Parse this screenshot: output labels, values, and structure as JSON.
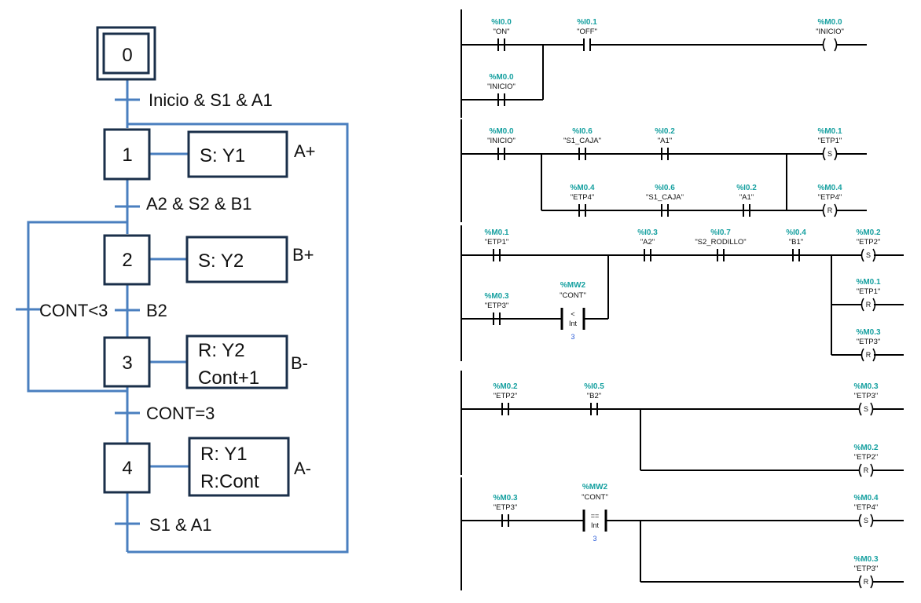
{
  "colors": {
    "grafcet_line": "#4a7fbf",
    "box": "#1a2f4a",
    "address": "#16a0a0",
    "ladder_line": "#000000",
    "compare_value": "#2a5bd7"
  },
  "grafcet": {
    "steps": [
      "0",
      "1",
      "2",
      "3",
      "4"
    ],
    "transitions": {
      "t0": "Inicio & S1 & A1",
      "t1": "A2 & S2 & B1",
      "t2": "B2",
      "t3": "CONT=3",
      "t4": "S1 & A1",
      "loop": "CONT<3"
    },
    "actions": {
      "a1": [
        "S: Y1"
      ],
      "a2": [
        "S: Y2"
      ],
      "a3": [
        "R: Y2",
        "Cont+1"
      ],
      "a4": [
        "R: Y1",
        "R:Cont"
      ]
    },
    "action_side_labels": {
      "s1": "A+",
      "s2": "B+",
      "s3": "B-",
      "s4": "A-"
    }
  },
  "ladder": {
    "networks": [
      {
        "contacts": [
          {
            "addr": "%I0.0",
            "tag": "\"ON\""
          },
          {
            "addr": "%I0.1",
            "tag": "\"OFF\""
          },
          {
            "addr": "%M0.0",
            "tag": "\"INICIO\""
          }
        ],
        "coils": [
          {
            "addr": "%M0.0",
            "tag": "\"INICIO\"",
            "type": ""
          }
        ]
      },
      {
        "contacts": [
          {
            "addr": "%M0.0",
            "tag": "\"INICIO\""
          },
          {
            "addr": "%I0.6",
            "tag": "\"S1_CAJA\""
          },
          {
            "addr": "%I0.2",
            "tag": "\"A1\""
          },
          {
            "addr": "%M0.4",
            "tag": "\"ETP4\""
          },
          {
            "addr": "%I0.6",
            "tag": "\"S1_CAJA\""
          },
          {
            "addr": "%I0.2",
            "tag": "\"A1\""
          }
        ],
        "coils": [
          {
            "addr": "%M0.1",
            "tag": "\"ETP1\"",
            "type": "S"
          },
          {
            "addr": "%M0.4",
            "tag": "\"ETP4\"",
            "type": "R"
          }
        ]
      },
      {
        "contacts": [
          {
            "addr": "%M0.1",
            "tag": "\"ETP1\""
          },
          {
            "addr": "%I0.3",
            "tag": "\"A2\""
          },
          {
            "addr": "%I0.7",
            "tag": "\"S2_RODILLO\""
          },
          {
            "addr": "%I0.4",
            "tag": "\"B1\""
          },
          {
            "addr": "%M0.3",
            "tag": "\"ETP3\""
          }
        ],
        "compare": {
          "addr": "%MW2",
          "tag": "\"CONT\"",
          "op": "<",
          "type": "Int",
          "value": "3"
        },
        "coils": [
          {
            "addr": "%M0.2",
            "tag": "\"ETP2\"",
            "type": "S"
          },
          {
            "addr": "%M0.1",
            "tag": "\"ETP1\"",
            "type": "R"
          },
          {
            "addr": "%M0.3",
            "tag": "\"ETP3\"",
            "type": "R"
          }
        ]
      },
      {
        "contacts": [
          {
            "addr": "%M0.2",
            "tag": "\"ETP2\""
          },
          {
            "addr": "%I0.5",
            "tag": "\"B2\""
          }
        ],
        "coils": [
          {
            "addr": "%M0.3",
            "tag": "\"ETP3\"",
            "type": "S"
          },
          {
            "addr": "%M0.2",
            "tag": "\"ETP2\"",
            "type": "R"
          }
        ]
      },
      {
        "contacts": [
          {
            "addr": "%M0.3",
            "tag": "\"ETP3\""
          }
        ],
        "compare": {
          "addr": "%MW2",
          "tag": "\"CONT\"",
          "op": "==",
          "type": "Int",
          "value": "3"
        },
        "coils": [
          {
            "addr": "%M0.4",
            "tag": "\"ETP4\"",
            "type": "S"
          },
          {
            "addr": "%M0.3",
            "tag": "\"ETP3\"",
            "type": "R"
          }
        ]
      }
    ]
  }
}
